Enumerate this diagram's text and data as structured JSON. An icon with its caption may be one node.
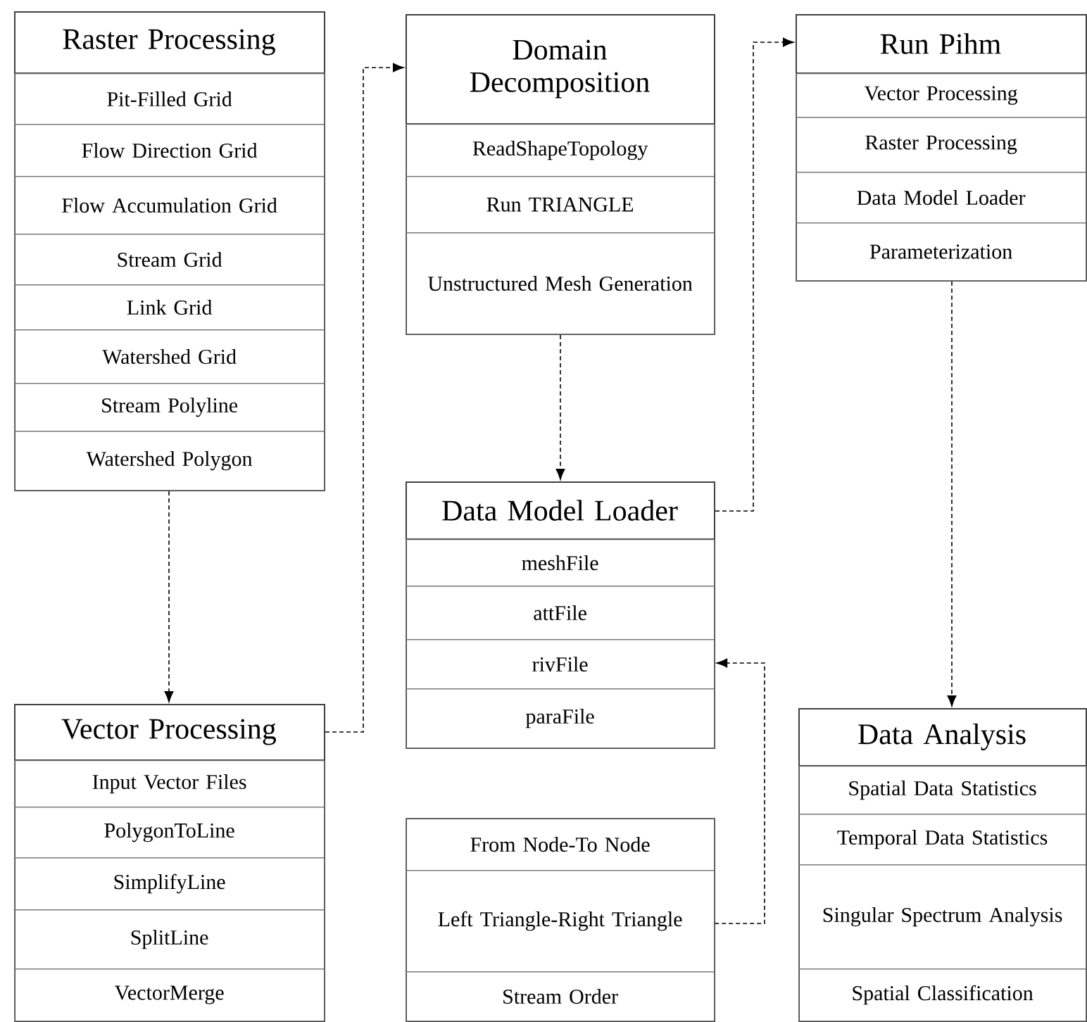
{
  "diagram": {
    "nodes": [
      {
        "text": [
          "Raster Processing"
        ]
      },
      {
        "text": [
          "Pit-Filled Grid"
        ],
        "in": 0
      },
      {
        "text": [
          "Flow Direction Grid"
        ],
        "in": 0
      },
      {
        "text": [
          "Flow Accumulation Grid"
        ],
        "in": 0
      },
      {
        "text": [
          "Stream Grid"
        ],
        "in": 0
      },
      {
        "text": [
          "Link Grid"
        ],
        "in": 0
      },
      {
        "text": [
          "Watershed Grid"
        ],
        "in": 0
      },
      {
        "text": [
          "Stream Polyline"
        ],
        "in": 0
      },
      {
        "text": [
          "Watershed Polygon"
        ],
        "in": 0
      },
      {
        "text": [
          "Domain Decomposition"
        ]
      },
      {
        "text": [
          "ReadShapeTopology"
        ],
        "in": 9
      },
      {
        "text": [
          "Run TRIANGLE"
        ],
        "in": 9
      },
      {
        "text": [
          "Unstructured Mesh Generation"
        ],
        "in": 9
      },
      {
        "text": [
          "Run Pihm"
        ]
      },
      {
        "text": [
          "Vector Processing"
        ],
        "in": 13
      },
      {
        "text": [
          "Raster Processing"
        ],
        "in": 13
      },
      {
        "text": [
          "Data Model Loader"
        ],
        "in": 13
      },
      {
        "text": [
          "Parameterization"
        ],
        "in": 13
      },
      {
        "text": [
          "Data Model Loader"
        ]
      },
      {
        "text": [
          "meshFile"
        ],
        "in": 18
      },
      {
        "text": [
          "attFile"
        ],
        "in": 18
      },
      {
        "text": [
          "rivFile"
        ],
        "in": 18
      },
      {
        "text": [
          "paraFile"
        ],
        "in": 18
      },
      {
        "text": [
          "Vector Processing"
        ]
      },
      {
        "text": [
          "Input Vector Files"
        ],
        "in": 23
      },
      {
        "text": [
          "PolygonToLine"
        ],
        "in": 23
      },
      {
        "text": [
          "SimplifyLine"
        ],
        "in": 23
      },
      {
        "text": [
          "SplitLine"
        ],
        "in": 23
      },
      {
        "text": [
          "VectorMerge"
        ],
        "in": 23
      },
      {
        "text": [],
        "shape": "box"
      },
      {
        "text": [
          "From Node-To Node"
        ],
        "in": 29
      },
      {
        "text": [
          "Left Triangle-Right Triangle"
        ],
        "in": 29
      },
      {
        "text": [
          "Stream Order"
        ],
        "in": 29
      },
      {
        "text": [
          "Data Analysis"
        ]
      },
      {
        "text": [
          "Spatial Data Statistics"
        ],
        "in": 33
      },
      {
        "text": [
          "Temporal Data Statistics"
        ],
        "in": 33
      },
      {
        "text": [
          "Singular Spectrum Analysis"
        ],
        "in": 33
      },
      {
        "text": [
          "Spatial Classification"
        ],
        "in": 33
      }
    ],
    "edges": [
      {
        "from": 0,
        "to": 23,
        "arrow": "to",
        "style": "dashed"
      },
      {
        "from": 23,
        "to": 9,
        "arrow": "to",
        "style": "dashed"
      },
      {
        "from": 9,
        "to": 18,
        "arrow": "to",
        "style": "dashed"
      },
      {
        "from": 18,
        "to": 13,
        "arrow": "to",
        "style": "dashed"
      },
      {
        "from": 13,
        "to": 33,
        "arrow": "to",
        "style": "dashed"
      },
      {
        "from": 31,
        "to": 21,
        "arrow": "to",
        "style": "dashed"
      }
    ]
  }
}
